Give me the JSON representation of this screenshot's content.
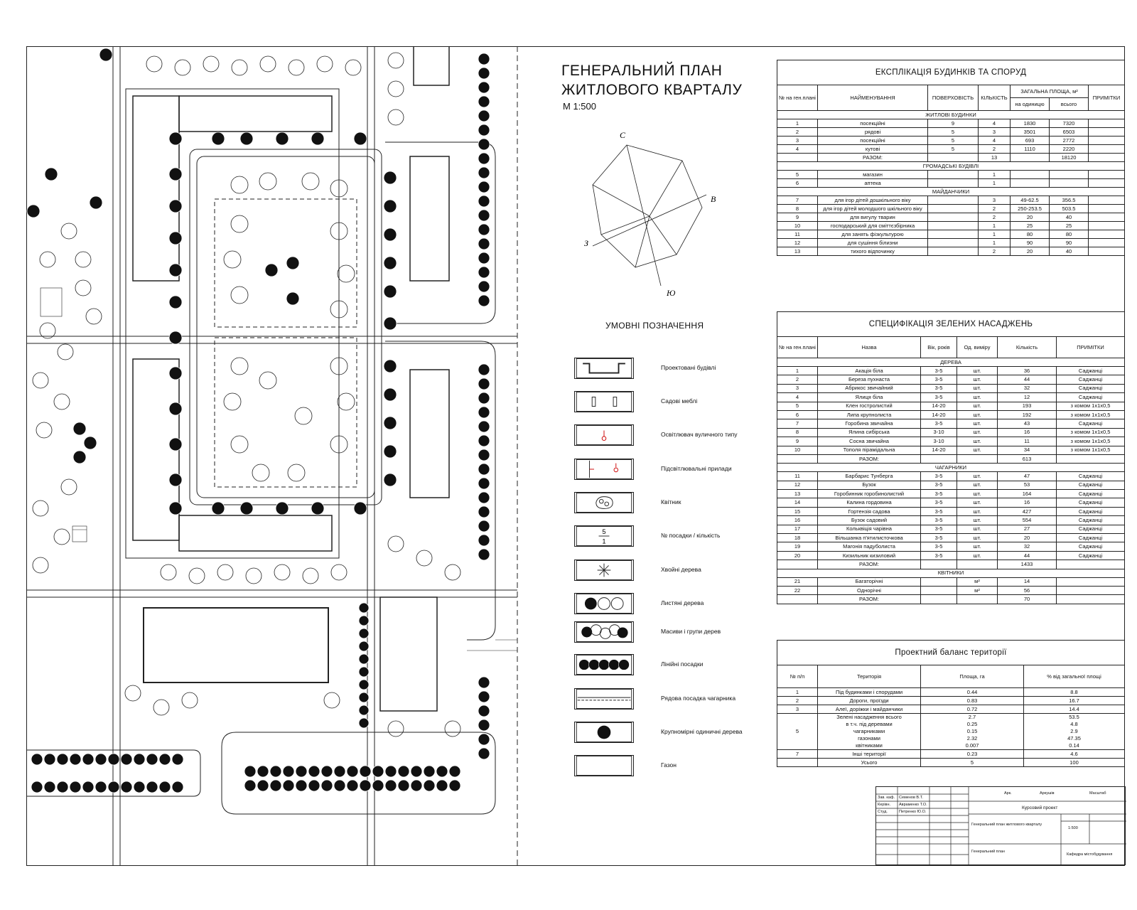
{
  "title_lines": [
    "ГЕНЕРАЛЬНИЙ ПЛАН",
    "ЖИТЛОВОГО КВАРТАЛУ"
  ],
  "scale": "М 1:500",
  "compass": {
    "north": "С",
    "east": "В",
    "west": "З",
    "south": "Ю"
  },
  "legend": {
    "title": "УМОВНІ ПОЗНАЧЕННЯ",
    "items": [
      {
        "symbol": "projected-building",
        "label": "Проектовані будівлі"
      },
      {
        "symbol": "garden-furniture",
        "label": "Садові меблі"
      },
      {
        "symbol": "street-lighting",
        "label": "Освітлювач вуличного типу"
      },
      {
        "symbol": "ground-lighting",
        "label": "Підсвітлювальні прилади"
      },
      {
        "symbol": "flowerbed",
        "label": "Квітник"
      },
      {
        "symbol": "number-quantity",
        "label": "№ посадки / кількість",
        "num_top": "5",
        "num_bottom": "1"
      },
      {
        "symbol": "conifer",
        "label": "Хвойні дерева"
      },
      {
        "symbol": "deciduous",
        "label": "Листяні дерева"
      },
      {
        "symbol": "tree-group",
        "label": "Масиви і групи дерев"
      },
      {
        "symbol": "row-planting",
        "label": "Лінійні посадки"
      },
      {
        "symbol": "hedge-row",
        "label": "Рядова посадка чагарника"
      },
      {
        "symbol": "large-tree",
        "label": "Крупномірні одиничні дерева"
      },
      {
        "symbol": "lawn",
        "label": "Газон"
      }
    ]
  },
  "buildings_table": {
    "title": "ЕКСПЛІКАЦІЯ БУДИНКІВ ТА СПОРУД",
    "headers": [
      "№ на ген.плані",
      "НАЙМЕНУВАННЯ",
      "ПОВЕРХОВІСТЬ",
      "КІЛЬКІСТЬ",
      "ЗАГАЛЬНА ПЛОЩА, м²",
      "ПРИМІТКИ"
    ],
    "subheaders": [
      "на одиницю",
      "всього"
    ],
    "sections": [
      {
        "name": "ЖИТЛОВІ БУДИНКИ",
        "rows": [
          [
            "1",
            "посекційні",
            "9",
            "4",
            "1830",
            "7320",
            ""
          ],
          [
            "2",
            "рядові",
            "5",
            "3",
            "3501",
            "6503",
            ""
          ],
          [
            "3",
            "посекційні",
            "5",
            "4",
            "693",
            "2772",
            ""
          ],
          [
            "4",
            "кутові",
            "5",
            "2",
            "1110",
            "2220",
            ""
          ],
          [
            "",
            "РАЗОМ:",
            "",
            "13",
            "",
            "18120",
            ""
          ]
        ]
      },
      {
        "name": "ГРОМАДСЬКІ БУДІВЛІ",
        "rows": [
          [
            "5",
            "магазин",
            "",
            "1",
            "",
            "",
            ""
          ],
          [
            "6",
            "аптека",
            "",
            "1",
            "",
            "",
            ""
          ]
        ]
      },
      {
        "name": "МАЙДАНЧИКИ",
        "rows": [
          [
            "7",
            "для ігор дітей дошкільного віку",
            "",
            "3",
            "49-62.5",
            "356.5",
            ""
          ],
          [
            "8",
            "для ігор дітей молодшого шкільного віку",
            "",
            "2",
            "250-253.5",
            "503.5",
            ""
          ],
          [
            "9",
            "для вигулу тварин",
            "",
            "2",
            "20",
            "40",
            ""
          ],
          [
            "10",
            "господарський для сміттєзбірника",
            "",
            "1",
            "25",
            "25",
            ""
          ],
          [
            "11",
            "для занять фізкультурою",
            "",
            "1",
            "80",
            "80",
            ""
          ],
          [
            "12",
            "для сушіння білизни",
            "",
            "1",
            "90",
            "90",
            ""
          ],
          [
            "13",
            "тихого відпочинку",
            "",
            "2",
            "20",
            "40",
            ""
          ]
        ]
      }
    ]
  },
  "plants_table": {
    "title": "СПЕЦИФІКАЦІЯ ЗЕЛЕНИХ НАСАДЖЕНЬ",
    "headers": [
      "№ на ген.плані",
      "Назва",
      "Вік, років",
      "Од. виміру",
      "Кількість",
      "ПРИМІТКИ"
    ],
    "sections": [
      {
        "name": "ДЕРЕВА",
        "rows": [
          [
            "1",
            "Акація біла",
            "3-5",
            "шт.",
            "36",
            "Саджанці"
          ],
          [
            "2",
            "Береза пухнаста",
            "3-5",
            "шт.",
            "44",
            "Саджанці"
          ],
          [
            "3",
            "Абрикос звичайний",
            "3-5",
            "шт.",
            "32",
            "Саджанці"
          ],
          [
            "4",
            "Ялиця біла",
            "3-5",
            "шт.",
            "12",
            "Саджанці"
          ],
          [
            "5",
            "Клен гостролистий",
            "14-20",
            "шт.",
            "193",
            "з комом 1х1х0,5"
          ],
          [
            "6",
            "Липа крупнолиста",
            "14-20",
            "шт.",
            "192",
            "з комом 1х1х0,5"
          ],
          [
            "7",
            "Горобина звичайна",
            "3-5",
            "шт.",
            "43",
            "Саджанці"
          ],
          [
            "8",
            "Ялина сибірська",
            "3-10",
            "шт.",
            "16",
            "з комом 1х1х0,5"
          ],
          [
            "9",
            "Сосна звичайна",
            "3-10",
            "шт.",
            "11",
            "з комом 1х1х0,5"
          ],
          [
            "10",
            "Тополя пірамідальна",
            "14-20",
            "шт.",
            "34",
            "з комом 1х1х0,5"
          ],
          [
            "",
            "РАЗОМ:",
            "",
            "",
            "613",
            ""
          ]
        ]
      },
      {
        "name": "ЧАГАРНИКИ",
        "rows": [
          [
            "11",
            "Барбарис Тунберга",
            "3-5",
            "шт.",
            "47",
            "Саджанці"
          ],
          [
            "12",
            "Бузок",
            "3-5",
            "шт.",
            "53",
            "Саджанці"
          ],
          [
            "13",
            "Горобинник горобинолистий",
            "3-5",
            "шт.",
            "164",
            "Саджанці"
          ],
          [
            "14",
            "Калина гордовина",
            "3-5",
            "шт.",
            "16",
            "Саджанці"
          ],
          [
            "15",
            "Гортензія садова",
            "3-5",
            "шт.",
            "427",
            "Саджанці"
          ],
          [
            "16",
            "Бузок садовий",
            "3-5",
            "шт.",
            "554",
            "Саджанці"
          ],
          [
            "17",
            "Кольквіція чарівна",
            "3-5",
            "шт.",
            "27",
            "Саджанці"
          ],
          [
            "18",
            "Вільшанка п'ятилисточкова",
            "3-5",
            "шт.",
            "20",
            "Саджанці"
          ],
          [
            "19",
            "Магонія падуболиста",
            "3-5",
            "шт.",
            "32",
            "Саджанці"
          ],
          [
            "20",
            "Кизильник кизиловий",
            "3-5",
            "шт.",
            "44",
            "Саджанці"
          ],
          [
            "",
            "РАЗОМ:",
            "",
            "",
            "1433",
            ""
          ]
        ]
      },
      {
        "name": "КВІТНИКИ",
        "rows": [
          [
            "21",
            "Багаторічні",
            "",
            "м²",
            "14",
            ""
          ],
          [
            "22",
            "Однорічні",
            "",
            "м²",
            "56",
            ""
          ],
          [
            "",
            "РАЗОМ:",
            "",
            "",
            "70",
            ""
          ]
        ]
      }
    ]
  },
  "balance_table": {
    "title": "Проектний баланс території",
    "headers": [
      "№ п/п",
      "Територія",
      "Площа, га",
      "% від загальної площі"
    ],
    "rows": [
      [
        "1",
        "Під будинками і спорудами",
        "0.44",
        "8.8"
      ],
      [
        "2",
        "Дороги, проїзди",
        "0.83",
        "16.7"
      ],
      [
        "3",
        "Алеї, доріжки і майданчики",
        "0.72",
        "14.4"
      ],
      [
        "5",
        "Зелені насадження всього\nв т.ч. під деревами\nчагарниками\nгазонами\nквітниками",
        "2.7\n0.25\n0.15\n2.32\n0.007",
        "53.5\n4.8\n2.9\n47.35\n0.14"
      ],
      [
        "7",
        "Інші території",
        "0.23",
        "4.6"
      ],
      [
        "",
        "Усього",
        "5",
        "100"
      ]
    ]
  },
  "stamp": {
    "roles": [
      "Зав. каф.",
      "Керівн.",
      "Студ."
    ],
    "names": [
      "Семенов В.Т.",
      "Авраменко Т.О.",
      "Петренко Ю.О."
    ],
    "columns": [
      "Арк.",
      "Аркушів",
      "Масштаб"
    ],
    "scale_value": "1:500",
    "project": "Курсовий проект",
    "topic": "Генеральний план житлового кварталу",
    "sheet_name": "Генеральний план",
    "org": "Кафедра містобудування"
  }
}
